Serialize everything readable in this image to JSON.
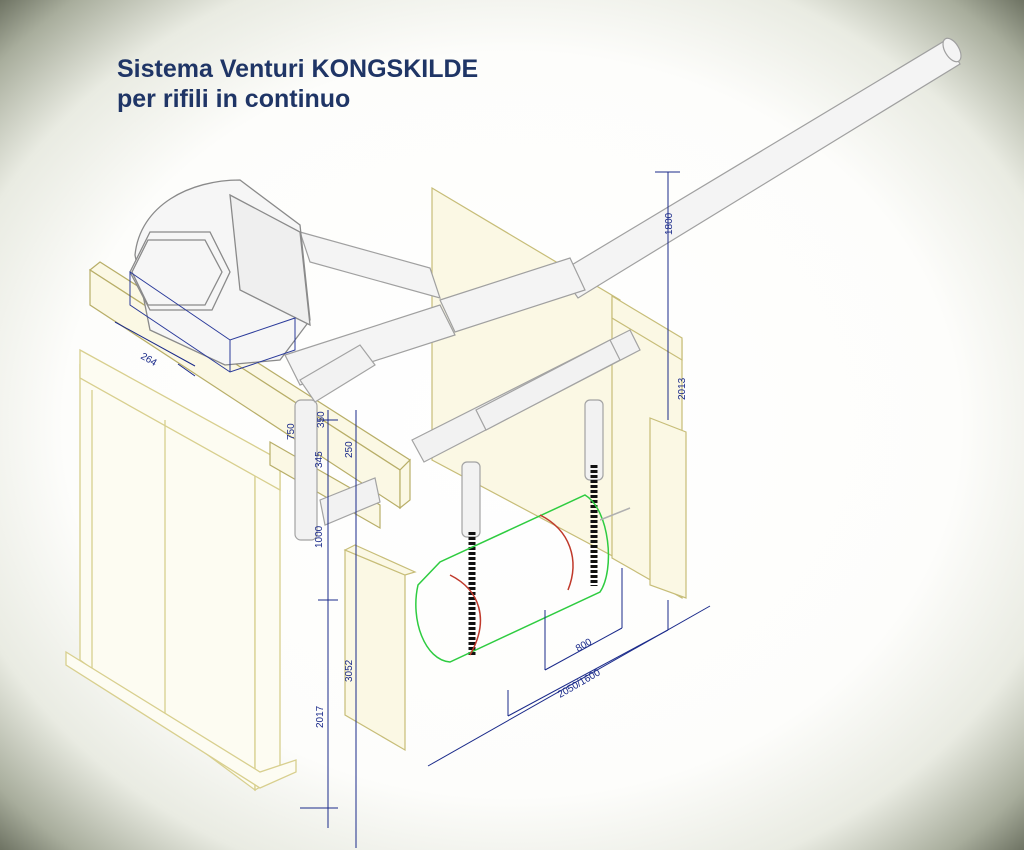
{
  "title": {
    "line1": "Sistema Venturi KONGSKILDE",
    "line2": "per rifili in continuo"
  },
  "dimensions": {
    "fan_width": "264",
    "upper_height": "2013",
    "top_height": "1800",
    "pipe_750": "750",
    "pipe_345": "345",
    "pipe_1000": "1000",
    "pipe_350": "350",
    "pipe_250": "250",
    "total_height": "3052",
    "base_height": "2017",
    "roll_width": "800",
    "roll_length": "2050/1600"
  },
  "colors": {
    "title": "#1f3566",
    "dimension_lines": "#1a2a8a",
    "frame": "#d8cf8e",
    "roll_outline": "#2ecc40",
    "roll_cut": "#c0392b"
  }
}
